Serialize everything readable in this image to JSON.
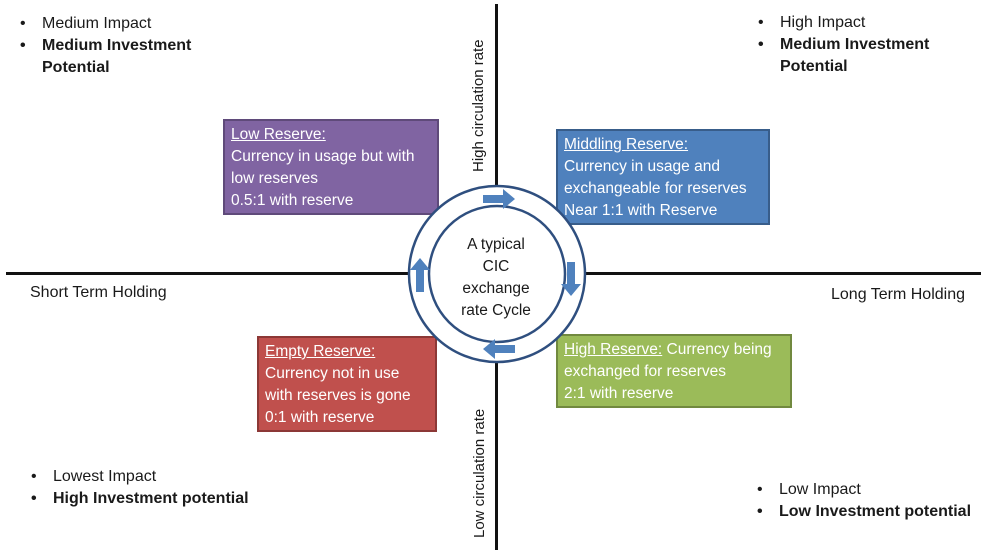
{
  "quadrants": {
    "top_left": [
      "Medium Impact",
      "Medium Investment Potential"
    ],
    "top_right": [
      "High Impact",
      "Medium Investment Potential"
    ],
    "bottom_left": [
      "Lowest Impact",
      "High Investment potential"
    ],
    "bottom_right": [
      "Low Impact",
      "Low Investment potential"
    ]
  },
  "axes": {
    "left": "Short Term Holding",
    "right": "Long Term Holding",
    "top": "High circulation rate",
    "bottom": "Low circulation rate"
  },
  "boxes": {
    "low": {
      "title": "Low Reserve:",
      "lines": [
        "Currency in usage but with",
        "low reserves",
        "0.5:1 with reserve"
      ],
      "color": "#8064a2"
    },
    "middling": {
      "title": "Middling Reserve:",
      "lines": [
        "Currency in usage and",
        "exchangeable for reserves",
        "Near 1:1 with Reserve"
      ],
      "color": "#4f81bd"
    },
    "empty": {
      "title": "Empty Reserve:",
      "lines": [
        "Currency not in use",
        "with reserves is gone",
        "0:1 with reserve"
      ],
      "color": "#c0504d"
    },
    "high": {
      "title": "High Reserve:",
      "first_line_rest": " Currency being",
      "lines": [
        "exchanged for reserves",
        "2:1 with reserve"
      ],
      "color": "#9bbb59"
    }
  },
  "center": {
    "lines": [
      "A typical",
      "CIC",
      "exchange",
      "rate Cycle"
    ]
  },
  "colors": {
    "arrow": "#4f81bd",
    "ring": "#2f4f7f"
  }
}
